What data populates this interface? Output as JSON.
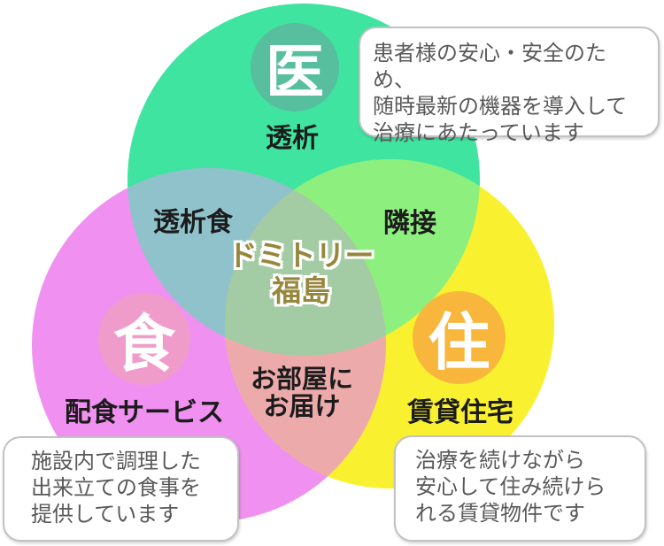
{
  "colors": {
    "medical_circle": "#3FE4A1",
    "food_circle": "#F090F0",
    "housing_circle": "#F9F12F",
    "medical_food_overlap": "#8FC2CB",
    "medical_housing_overlap": "#8DF07E",
    "food_housing_overlap": "#EDAAAB",
    "center_overlap": "#A3CBA4",
    "medical_badge": "#57BE9E",
    "food_badge": "#F09CCB",
    "housing_badge": "#F8B63C",
    "center_text": "#97873D"
  },
  "circles": {
    "medical": {
      "badge": "医",
      "label": "透析"
    },
    "food": {
      "badge": "食",
      "label": "配食サービス"
    },
    "housing": {
      "badge": "住",
      "label": "賃貸住宅"
    }
  },
  "overlaps": {
    "medical_food": "透析食",
    "medical_housing": "隣接",
    "food_housing_line1": "お部屋に",
    "food_housing_line2": "お届け"
  },
  "center": {
    "line1": "ドミトリー",
    "line2": "福島"
  },
  "bubbles": {
    "medical": {
      "lines": [
        "患者様の安心・安全のため、",
        "随時最新の機器を導入して",
        "治療にあたっています"
      ]
    },
    "food": {
      "lines": [
        "施設内で調理した",
        "出来立ての食事を",
        "提供しています"
      ]
    },
    "housing": {
      "lines": [
        "治療を続けながら",
        "安心して住み続けら",
        "れる賃貸物件です"
      ]
    }
  }
}
